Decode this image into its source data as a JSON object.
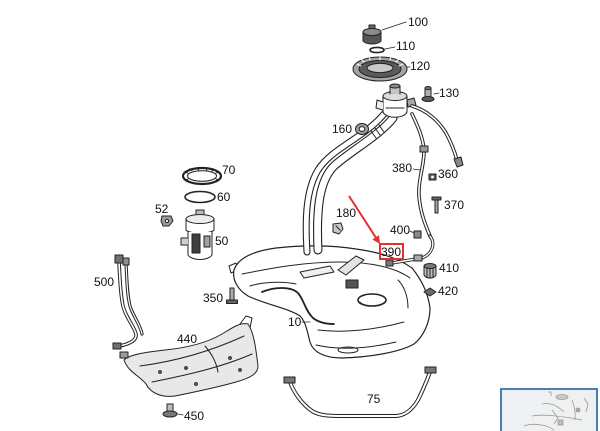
{
  "callouts": {
    "p100": {
      "label": "100"
    },
    "p110": {
      "label": "110"
    },
    "p120": {
      "label": "120"
    },
    "p130": {
      "label": "130"
    },
    "p160": {
      "label": "160"
    },
    "p380": {
      "label": "380"
    },
    "p360": {
      "label": "360"
    },
    "p370": {
      "label": "370"
    },
    "p180": {
      "label": "180"
    },
    "p400": {
      "label": "400"
    },
    "p390": {
      "label": "390",
      "highlighted": true
    },
    "p410": {
      "label": "410"
    },
    "p420": {
      "label": "420"
    },
    "p70": {
      "label": "70"
    },
    "p60": {
      "label": "60"
    },
    "p52": {
      "label": "52"
    },
    "p50": {
      "label": "50"
    },
    "p500": {
      "label": "500"
    },
    "p350": {
      "label": "350"
    },
    "p10": {
      "label": "10"
    },
    "p440": {
      "label": "440"
    },
    "p450": {
      "label": "450"
    },
    "p75": {
      "label": "75"
    }
  },
  "colors": {
    "background": "#ffffff",
    "line": "#222222",
    "highlight": "#e5312b",
    "thumbnail_border": "#4b7fb4",
    "thumbnail_background": "#eef0f2"
  }
}
